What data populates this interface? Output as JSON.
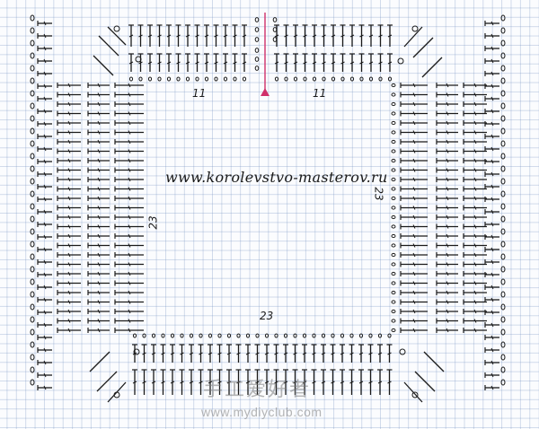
{
  "diagram": {
    "website": "www.korolevstvo-masterov.ru",
    "counts": {
      "top_left": "11",
      "top_right": "11",
      "left": "23",
      "right": "23",
      "bottom": "23"
    },
    "watermark": {
      "chinese": "手工爱好者",
      "url": "www.mydiyclub.com"
    },
    "colors": {
      "ink": "#1a1a1a",
      "grid": "#8fa6cc",
      "start_line": "#d0306a"
    }
  }
}
